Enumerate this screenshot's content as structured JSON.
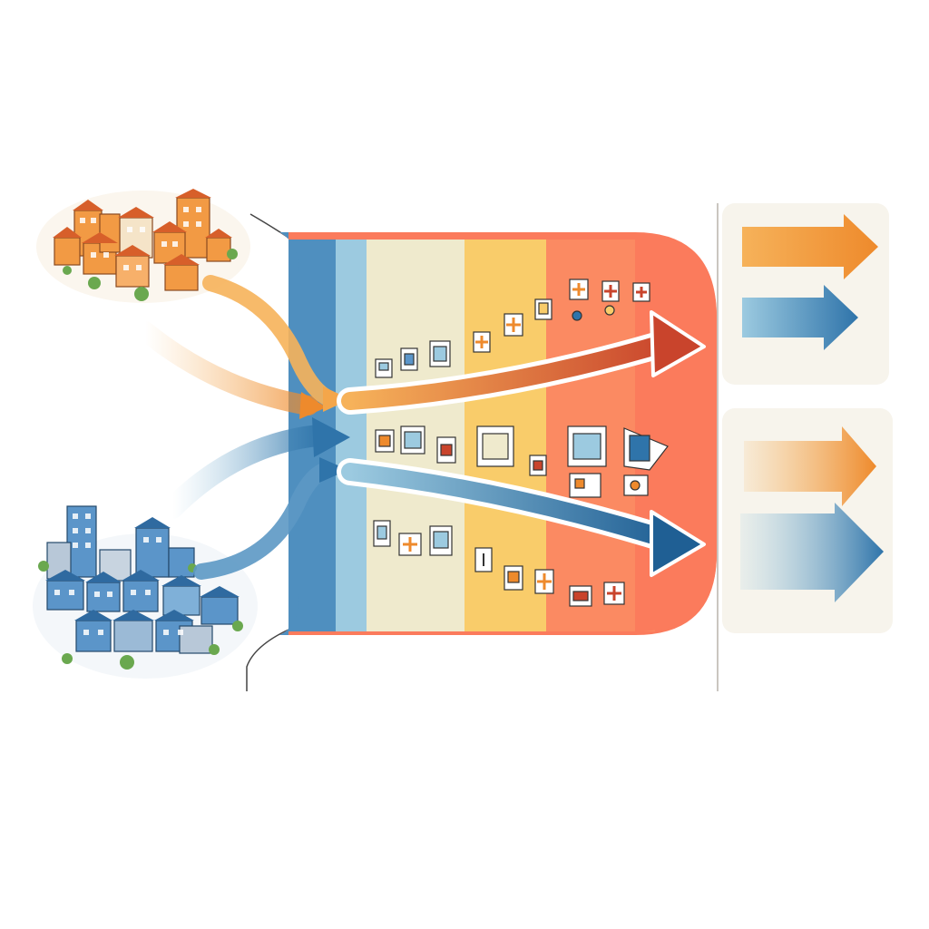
{
  "colors": {
    "orange": "#ee8a2c",
    "orange_light": "#f6b25a",
    "blue": "#2f74aa",
    "blue_light": "#8fc1dc",
    "red": "#c9442c",
    "band_blue_dark": "#4f8fbf",
    "band_blue_light": "#9ccae0",
    "band_cream": "#efeacd",
    "band_yellow": "#f9cc6a",
    "band_coral": "#fb7b5c",
    "panel_bg": "#f7f4ec",
    "divider": "#b9b4ac"
  },
  "sources": [
    {
      "id": "orange-neighborhood",
      "icon": "house-cluster-icon",
      "color": "orange"
    },
    {
      "id": "blue-neighborhood",
      "icon": "house-cluster-icon",
      "color": "blue"
    }
  ],
  "bands": [
    "band_blue_dark",
    "band_blue_light",
    "band_cream",
    "band_yellow",
    "band_coral"
  ],
  "flows": [
    {
      "id": "upper",
      "color": "orange",
      "end_color": "red",
      "icon_rows": 1
    },
    {
      "id": "middle",
      "color": "blue",
      "end_color": "orange",
      "icon_rows": 1
    },
    {
      "id": "lower",
      "color": "blue",
      "end_color": "blue",
      "icon_rows": 1
    }
  ],
  "outcome_panels": [
    {
      "id": "top",
      "arrows": [
        "orange",
        "blue"
      ]
    },
    {
      "id": "bottom",
      "arrows": [
        "orange",
        "blue"
      ]
    }
  ]
}
